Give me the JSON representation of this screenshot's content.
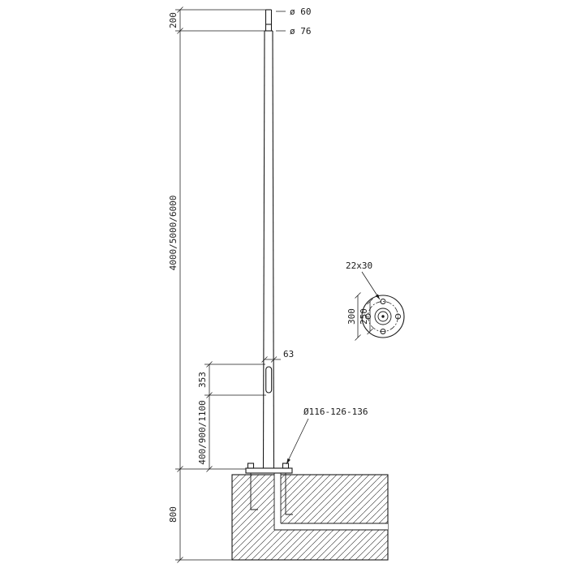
{
  "drawing": {
    "dims": {
      "top_section": "200",
      "pole_height": "4000/5000/6000",
      "foundation_depth": "800",
      "door_height": "353",
      "door_elevation": "400/900/1100",
      "tip_diameter": "ø 60",
      "shaft_diameter": "ø 76",
      "door_section_diameter": "63",
      "base_diameter": "Ø116-126-136",
      "flange_slot": "22x30",
      "flange_outer_diameter": "300",
      "flange_bolt_circle": "250"
    },
    "colors": {
      "line": "#1a1a1a",
      "background": "#ffffff"
    }
  }
}
